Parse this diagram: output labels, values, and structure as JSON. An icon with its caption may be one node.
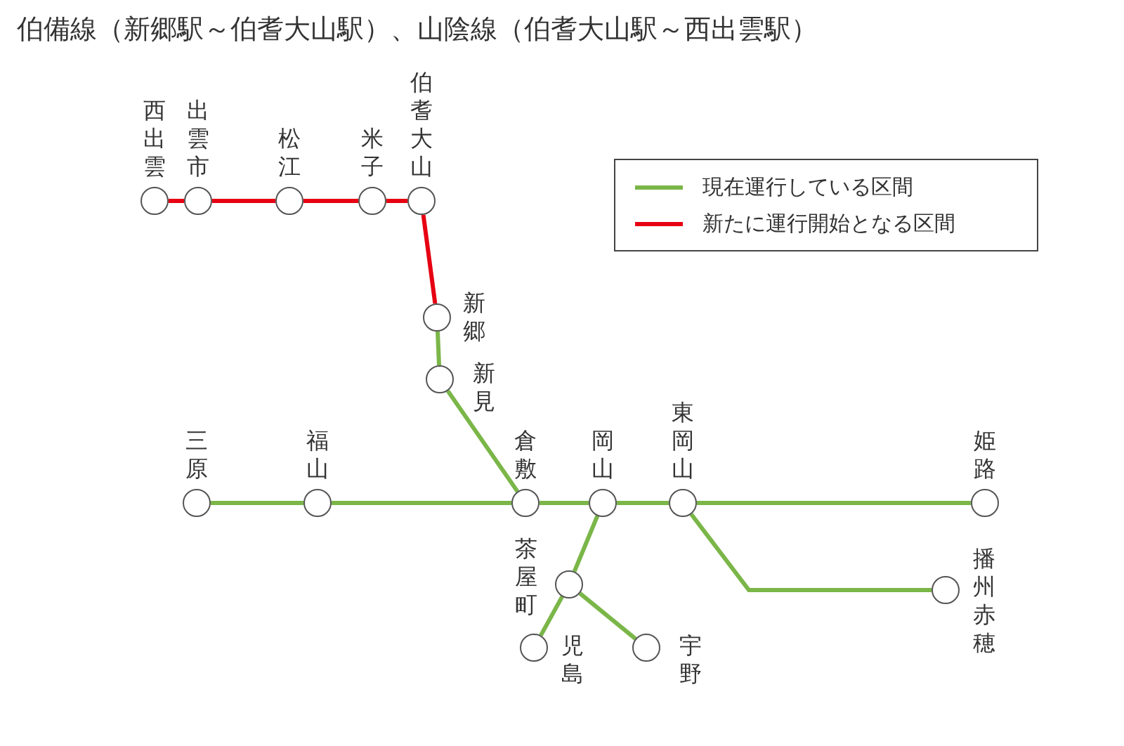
{
  "diagram": {
    "title": "伯備線（新郷駅～伯耆大山駅）、山陰線（伯耆大山駅～西出雲駅）",
    "nodes": [
      {
        "text": [
          "西出雲"
        ]
      },
      {
        "text": [
          "出雲市"
        ]
      },
      {
        "text": [
          "松江"
        ]
      },
      {
        "text": [
          "米子"
        ]
      },
      {
        "text": [
          "伯耆大山"
        ]
      },
      {
        "text": [
          "新郷"
        ]
      },
      {
        "text": [
          "新見"
        ]
      },
      {
        "text": [
          "三原"
        ]
      },
      {
        "text": [
          "福山"
        ]
      },
      {
        "text": [
          "倉敷"
        ]
      },
      {
        "text": [
          "岡山"
        ]
      },
      {
        "text": [
          "東岡山"
        ]
      },
      {
        "text": [
          "姫路"
        ]
      },
      {
        "text": [
          "茶屋町"
        ]
      },
      {
        "text": [
          "児島"
        ]
      },
      {
        "text": [
          "宇野"
        ]
      },
      {
        "text": [
          "播州赤穂"
        ]
      }
    ],
    "edges": [
      {
        "from": 0,
        "to": 1,
        "arrow": "none",
        "color": "#e60012"
      },
      {
        "from": 1,
        "to": 2,
        "arrow": "none",
        "color": "#e60012"
      },
      {
        "from": 2,
        "to": 3,
        "arrow": "none",
        "color": "#e60012"
      },
      {
        "from": 3,
        "to": 4,
        "arrow": "none",
        "color": "#e60012"
      },
      {
        "from": 4,
        "to": 5,
        "arrow": "none",
        "color": "#e60012"
      },
      {
        "from": 5,
        "to": 6,
        "arrow": "none"
      },
      {
        "from": 6,
        "to": 9,
        "arrow": "none"
      },
      {
        "from": 7,
        "to": 8,
        "arrow": "none"
      },
      {
        "from": 8,
        "to": 9,
        "arrow": "none"
      },
      {
        "from": 9,
        "to": 10,
        "arrow": "none"
      },
      {
        "from": 10,
        "to": 11,
        "arrow": "none"
      },
      {
        "from": 11,
        "to": 12,
        "arrow": "none"
      },
      {
        "from": 11,
        "to": 16,
        "arrow": "none"
      },
      {
        "from": 10,
        "to": 13,
        "arrow": "none"
      },
      {
        "from": 13,
        "to": 14,
        "arrow": "none"
      },
      {
        "from": 13,
        "to": 15,
        "arrow": "none"
      }
    ],
    "legend": [
      {
        "text": "現在運行している区間",
        "color": "#7ab648"
      },
      {
        "text": "新たに運行開始となる区間",
        "color": "#e60012"
      }
    ]
  }
}
